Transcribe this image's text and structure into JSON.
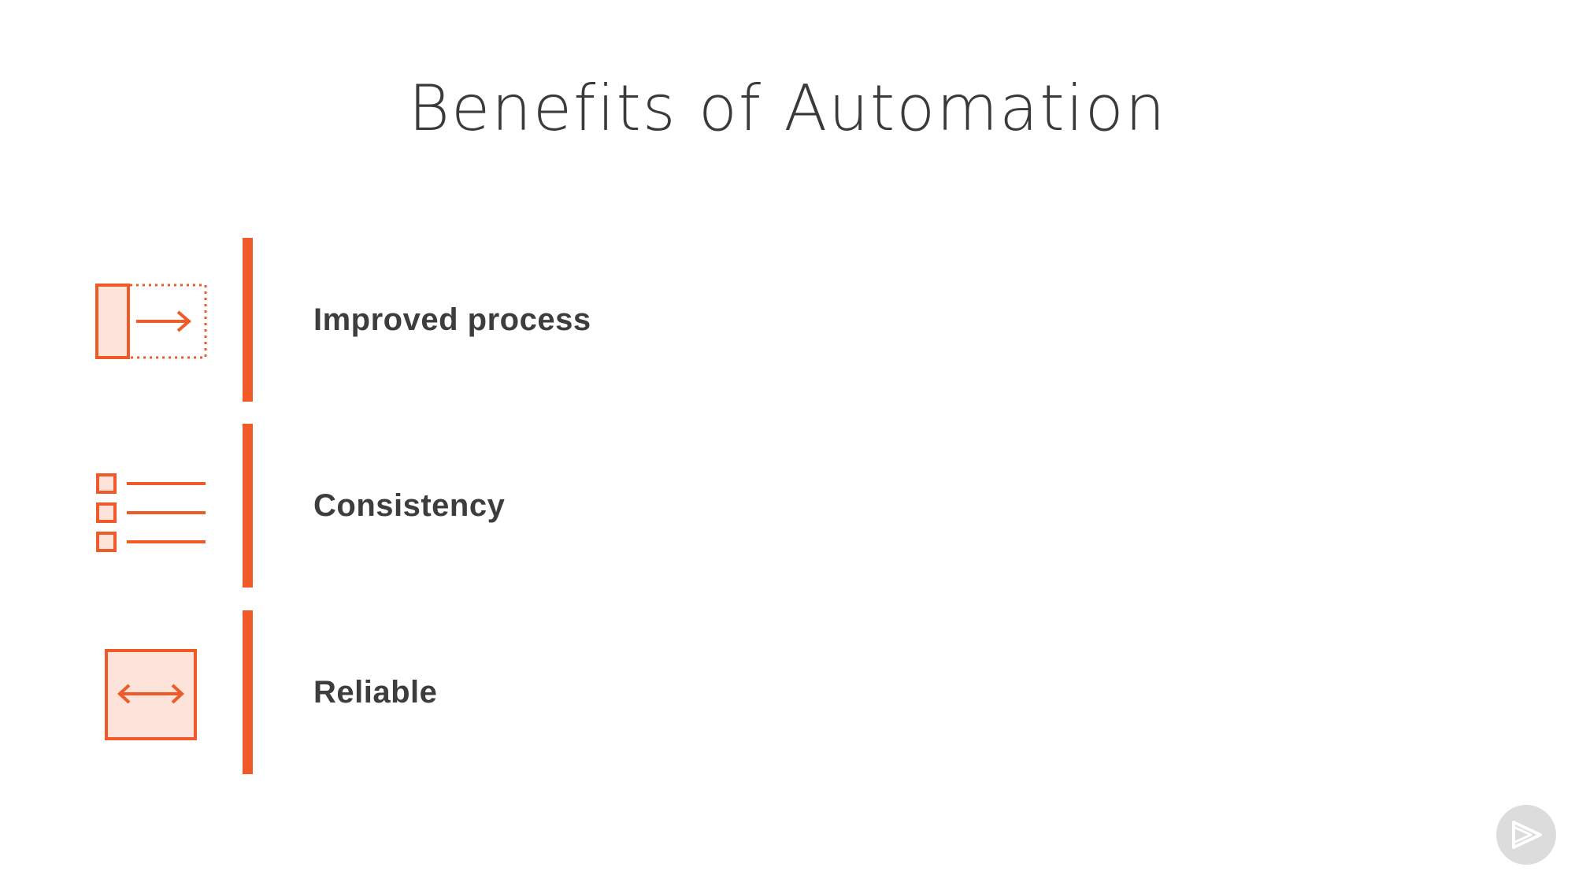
{
  "slide": {
    "title": "Benefits of Automation",
    "accent_color": "#f05a28",
    "icon_fill_color": "#fde3da",
    "benefits": [
      {
        "label": "Improved process",
        "icon": "process-forward-icon"
      },
      {
        "label": "Consistency",
        "icon": "checklist-icon"
      },
      {
        "label": "Reliable",
        "icon": "bidirectional-arrow-box-icon"
      }
    ]
  },
  "brand": {
    "icon": "play-logo-icon"
  }
}
